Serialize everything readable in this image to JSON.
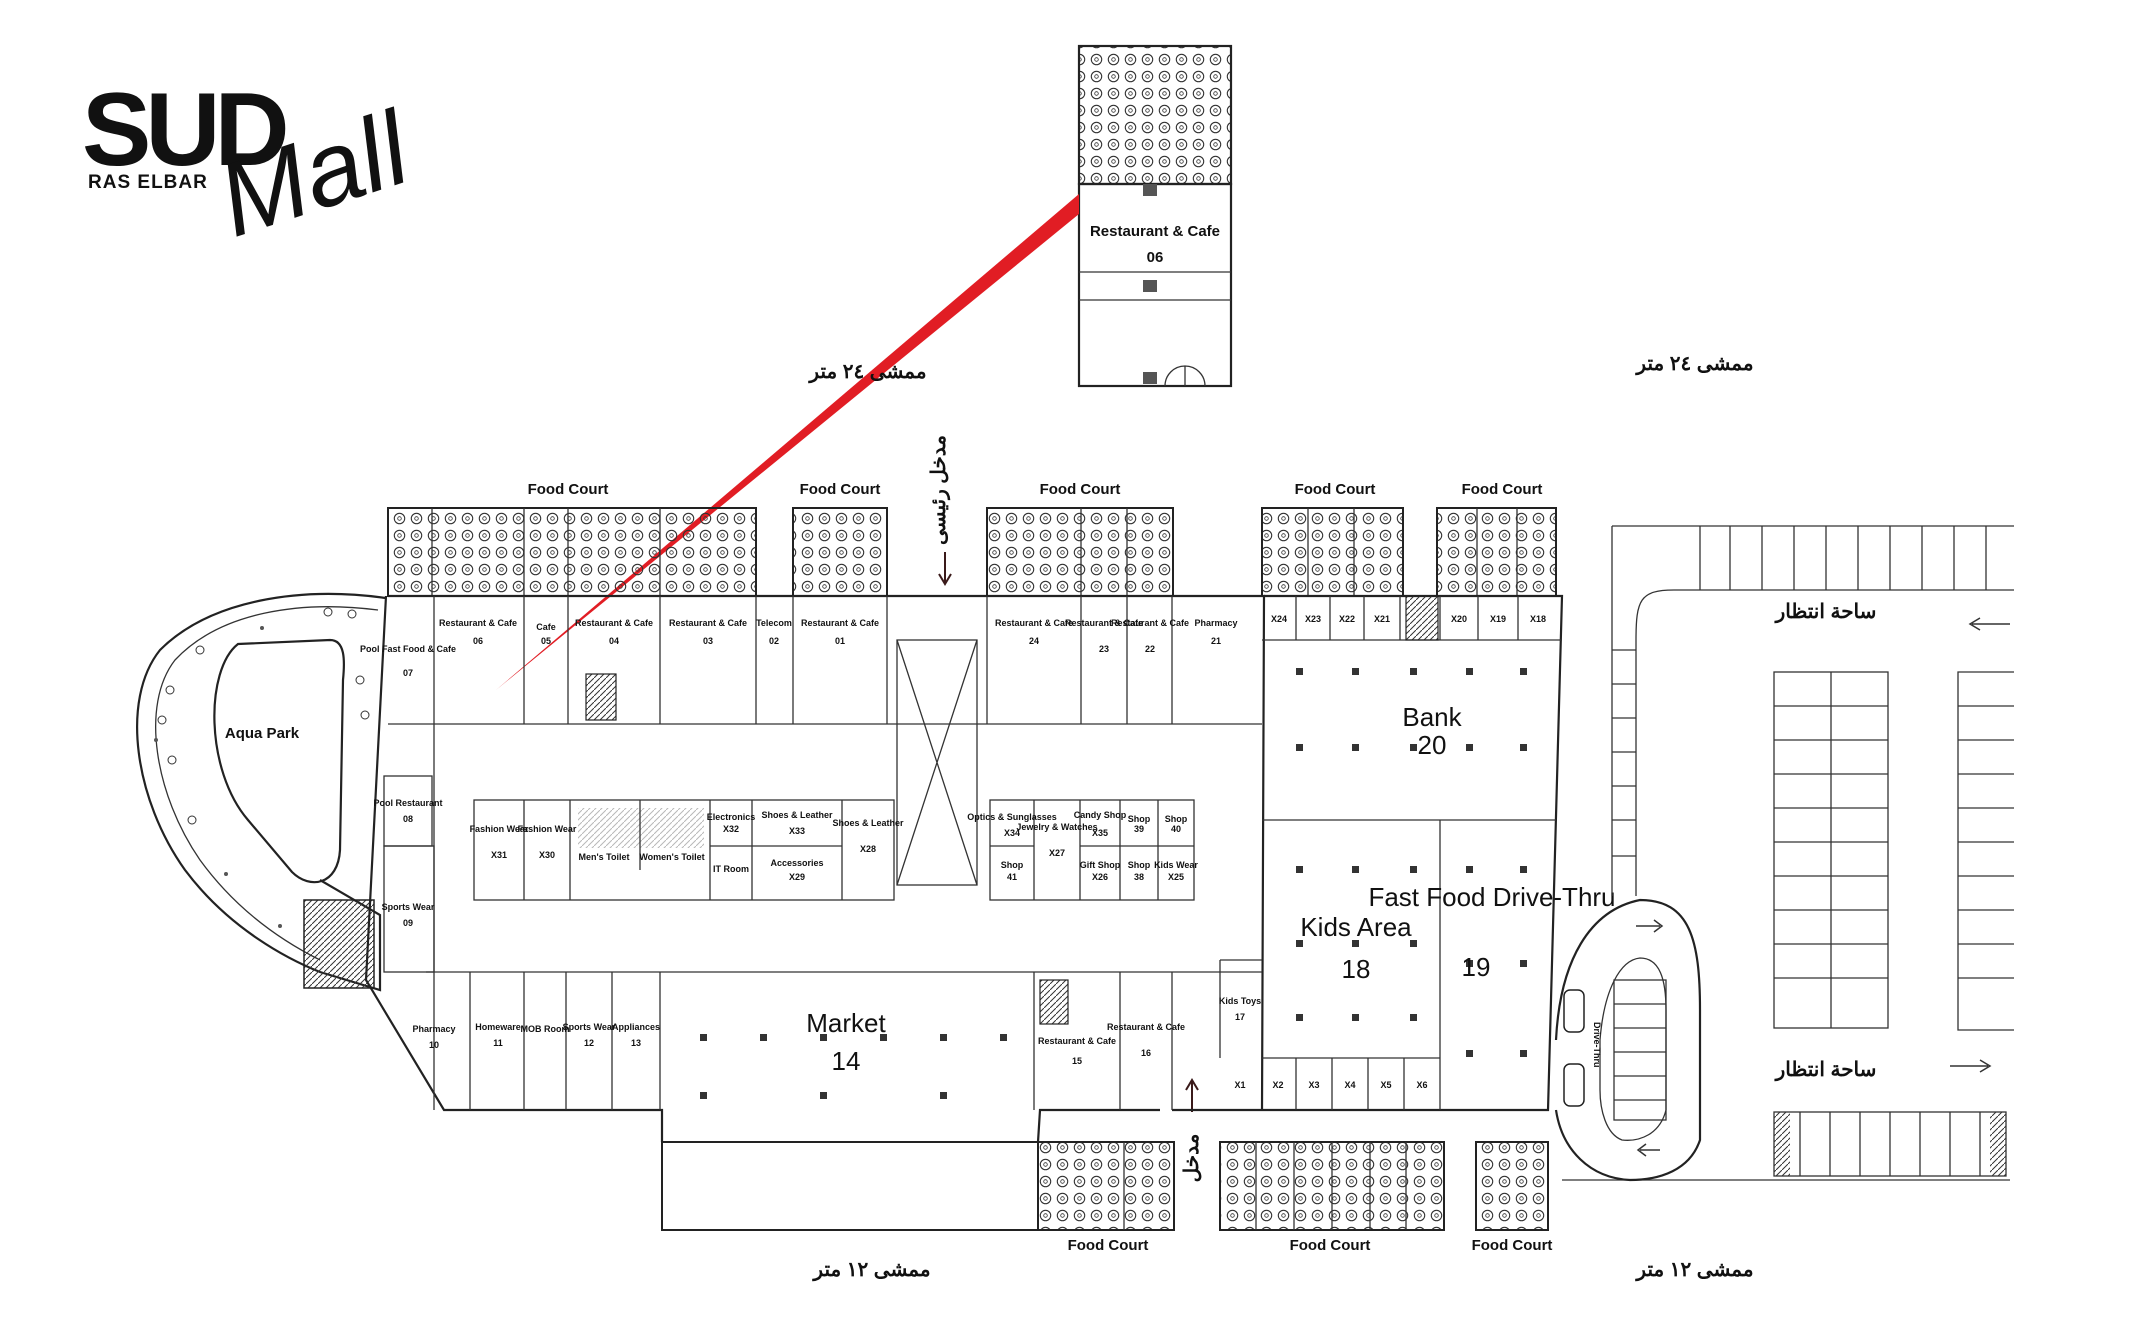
{
  "brand": {
    "logo_primary": "SUD",
    "logo_script": "Mall",
    "logo_sub": "RAS ELBAR",
    "colors": {
      "red": "#cc1f2a",
      "gold": "#c9a46a"
    }
  },
  "walkways": {
    "top_left": "ممشى ٢٤ متر",
    "top_right": "ممشى ٢٤ متر",
    "bottom_left": "ممشى ١٢ متر",
    "bottom_right": "ممشى ١٢ متر"
  },
  "entrances": {
    "main": "مدخل رئيسى",
    "side": "مدخل"
  },
  "plazas": {
    "top": "ساحة انتظار",
    "bottom": "ساحة انتظار"
  },
  "food_court_label": "Food Court",
  "annex": {
    "name": "Restaurant & Cafe",
    "number": "06"
  },
  "aqua_park": "Aqua Park",
  "units_small": [
    {
      "name": "Pool Fast Food & Cafe",
      "number": "07"
    },
    {
      "name": "Restaurant & Cafe",
      "number": "06"
    },
    {
      "name": "Cafe",
      "number": "05"
    },
    {
      "name": "Restaurant & Cafe",
      "number": "04"
    },
    {
      "name": "Restaurant & Cafe",
      "number": "03"
    },
    {
      "name": "Telecom",
      "number": "02"
    },
    {
      "name": "Restaurant & Cafe",
      "number": "01"
    },
    {
      "name": "Restaurant & Cafe",
      "number": "24"
    },
    {
      "name": "Restaurant & Cafe",
      "number": "23"
    },
    {
      "name": "Restaurant & Cafe",
      "number": "22"
    },
    {
      "name": "Pharmacy",
      "number": "21"
    },
    {
      "name": "Pool Restaurant",
      "number": "08"
    },
    {
      "name": "Sports Wear",
      "number": "09"
    },
    {
      "name": "Pharmacy",
      "number": "10"
    },
    {
      "name": "Homeware",
      "number": "11"
    },
    {
      "name": "MOB Room",
      "number": ""
    },
    {
      "name": "Sports Wear",
      "number": "12"
    },
    {
      "name": "Appliances",
      "number": "13"
    },
    {
      "name": "Restaurant & Cafe",
      "number": "15"
    },
    {
      "name": "Restaurant & Cafe",
      "number": "16"
    },
    {
      "name": "Kids Toys",
      "number": "17"
    },
    {
      "name": "Fashion Wear",
      "number": "X31"
    },
    {
      "name": "Fashion Wear",
      "number": "X30"
    },
    {
      "name": "Men's Toilet",
      "number": ""
    },
    {
      "name": "Women's Toilet",
      "number": ""
    },
    {
      "name": "Electronics",
      "number": "X32"
    },
    {
      "name": "IT Room",
      "number": ""
    },
    {
      "name": "Shoes & Leather",
      "number": "X33"
    },
    {
      "name": "Accessories",
      "number": "X29"
    },
    {
      "name": "Shoes & Leather",
      "number": "X28"
    },
    {
      "name": "Optics & Sunglasses",
      "number": "X34"
    },
    {
      "name": "Shop",
      "number": "41"
    },
    {
      "name": "Jewelry & Watches",
      "number": "X27"
    },
    {
      "name": "Candy Shop",
      "number": "X35"
    },
    {
      "name": "Gift Shop",
      "number": "X26"
    },
    {
      "name": "Shop",
      "number": "39"
    },
    {
      "name": "Shop",
      "number": "38"
    },
    {
      "name": "Shop",
      "number": "40"
    },
    {
      "name": "Kids Wear",
      "number": "X25"
    }
  ],
  "x_units_top": [
    "X24",
    "X23",
    "X22",
    "X21",
    "X20",
    "X19",
    "X18"
  ],
  "x_units_bottom": [
    "X1",
    "X2",
    "X3",
    "X4",
    "X5",
    "X6"
  ],
  "units_large": [
    {
      "name": "Bank",
      "number": "20"
    },
    {
      "name": "Kids Area",
      "number": "18"
    },
    {
      "name": "Fast Food Drive-Thru",
      "number": "19"
    },
    {
      "name": "Market",
      "number": "14"
    }
  ],
  "drive_label": "Drive-Thru"
}
